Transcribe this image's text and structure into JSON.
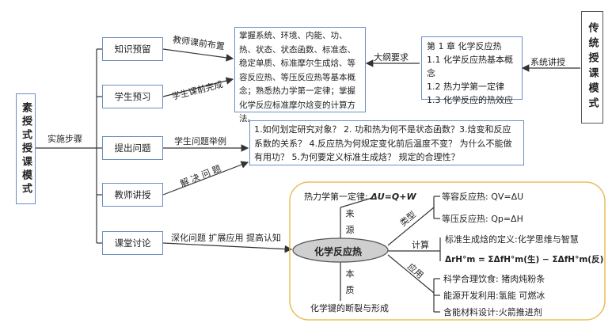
{
  "left_title": "素授式授课模式",
  "right_title": "传统授课模式",
  "implementation_label": "实施步骤",
  "steps": [
    "知识预留",
    "学生预习",
    "提出问题",
    "教师讲授",
    "课堂讨论"
  ],
  "edge_labels": {
    "teacher_assign": "教师课前布置",
    "student_complete": "学生课前完成",
    "student_example": "学生问题举例",
    "explain_topic": "解 决 问 题",
    "deepen": "深化问题  扩展应用  提高认知",
    "outline_req": "大纲要求",
    "system_lecture": "系统讲授"
  },
  "prep_content": "掌握系统、环境、内能、功、热、状态、状态函数、标准态、稳定单质、标准摩尔生成焓、等容反应热、等压反应热等基本概念；熟悉热力学第一定律；掌握化学反应标准摩尔焓变的计算方法。",
  "chapter": {
    "title": "第 1 章   化学反应热",
    "items": [
      "1.1 化学反应热基本概念",
      "1.2 热力学第一定律",
      "1.3 化学反应的热效应"
    ]
  },
  "questions": "1.如何划定研究对象？ 2. 功和热为何不是状态函数？3.焓变和反应系数的关系？ 4.反应热为何规定变化前后温度不变？ 为什么不能做有用功？ 5.为何要定义标准生成焓？ 规定的合理性？",
  "mindmap": {
    "center": "化学反应热",
    "first_law_label": "热力学第一定律:",
    "first_law_formula": "ΔU=Q+W",
    "source_label": "来 源",
    "type_label": "类型",
    "calc_label": "计算",
    "app_label": "应用",
    "essence_label": "本 质",
    "isochoric": "等容反应热:  QV=ΔU",
    "isobaric": "等压反应热:  Qp=ΔH",
    "std_formation": "标准生成焓的定义:化学思维与智慧",
    "calc_formula": "ΔrH°m = ΣΔfH°m(生) − ΣΔfH°m(反)",
    "app1": "科学合理饮食: 猪肉炖粉条",
    "app2": "能源开发利用:氢能  可燃冰",
    "app3": "含能材料设计:火箭推进剂",
    "essence_text": "化学键的断裂与形成"
  }
}
